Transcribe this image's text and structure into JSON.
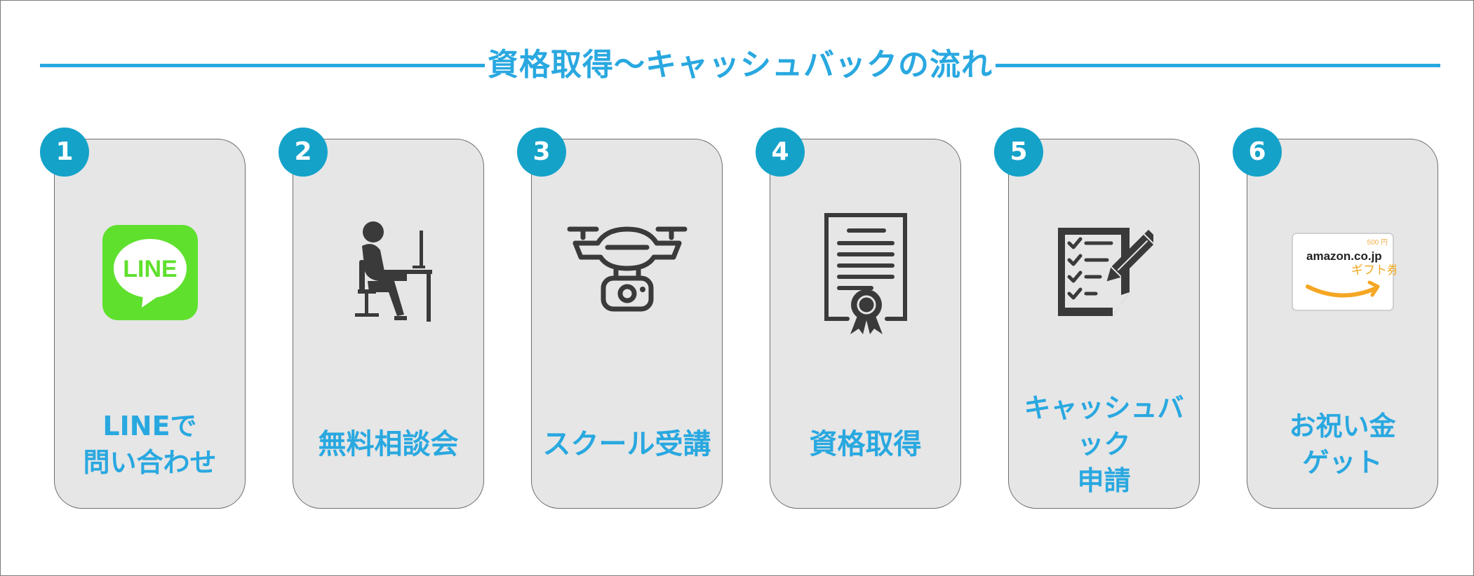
{
  "title": "資格取得〜キャッシュバックの流れ",
  "steps": [
    {
      "number": "1",
      "label": "LINEで\n問い合わせ",
      "icon": "line-app-icon"
    },
    {
      "number": "2",
      "label": "無料相談会",
      "icon": "person-at-desk-icon"
    },
    {
      "number": "3",
      "label": "スクール受講",
      "icon": "drone-icon"
    },
    {
      "number": "4",
      "label": "資格取得",
      "icon": "certificate-icon"
    },
    {
      "number": "5",
      "label": "キャッシュバック\n申請",
      "icon": "checklist-pencil-icon"
    },
    {
      "number": "6",
      "label": "お祝い金\nゲット",
      "icon": "amazon-gift-card-icon"
    }
  ],
  "line_logo_text": "LINE",
  "gift_card": {
    "brand": "amazon.co.jp",
    "text": "ギフト券",
    "amount": "500 円"
  },
  "colors": {
    "accent": "#29a8e0",
    "badge": "#14a2c9",
    "card": "#e6e6e6",
    "line_green": "#5fe02d",
    "icon": "#3a3a3a"
  }
}
